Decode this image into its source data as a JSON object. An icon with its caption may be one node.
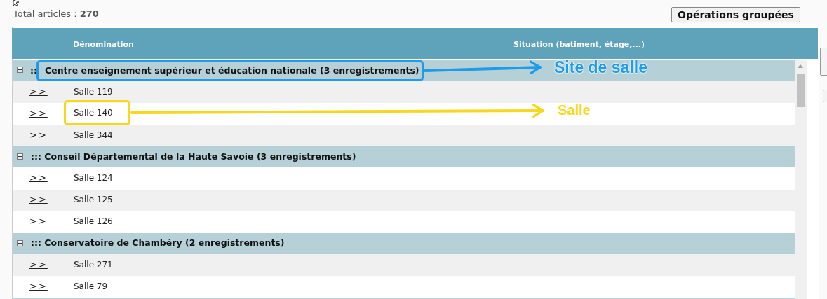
{
  "diagram": {
    "nodes": [
      {
        "text": [
          "Centre enseignement supérieur et éducation nationale (3 enregistrements)"
        ]
      },
      {
        "text": [
          "Site de salle"
        ]
      },
      {
        "text": [
          "Salle 140"
        ]
      },
      {
        "text": [
          "Salle"
        ]
      }
    ],
    "edges": [
      {
        "from": 0,
        "to": 1,
        "arrow": "to",
        "color": "#1e9be9"
      },
      {
        "from": 2,
        "to": 3,
        "arrow": "to",
        "color": "#f9d71c"
      }
    ],
    "labels": [
      "Total articles : **270**",
      "Opérations groupées",
      "Dénomination",
      "Situation (batiment, étage,...)",
      "::",
      ">>",
      "Salle 119",
      ">>",
      ">>",
      "Salle 344",
      "::: Conseil Départemental de la Haute Savoie (3 enregistrements)",
      ">>",
      "Salle 124",
      ">>",
      "Salle 125",
      ">>",
      "Salle 126",
      "::: Conservatoire de Chambéry (2 enregistrements)",
      ">>",
      "Salle 271",
      ">>",
      "Salle 79"
    ]
  }
}
